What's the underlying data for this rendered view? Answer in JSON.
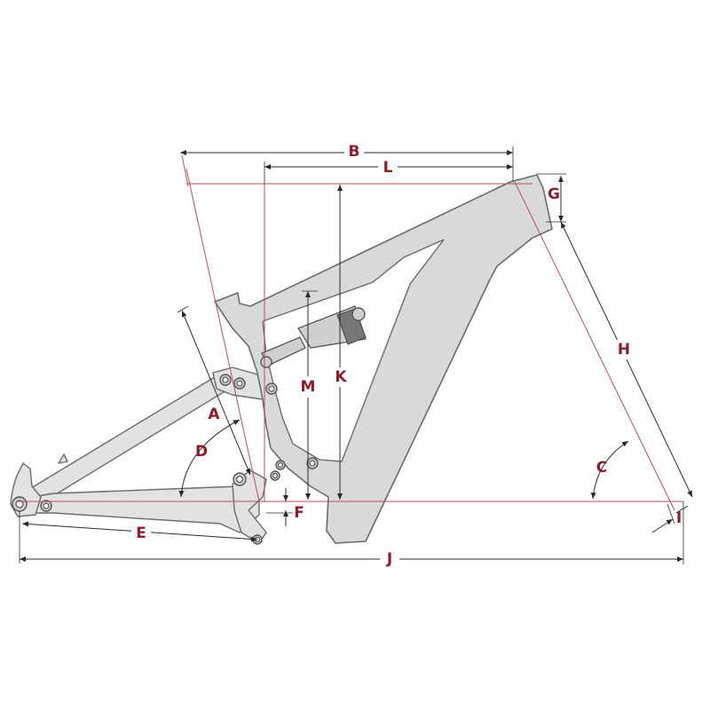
{
  "diagram": {
    "labels": {
      "A": "A",
      "B": "B",
      "C": "C",
      "D": "D",
      "E": "E",
      "F": "F",
      "G": "G",
      "H": "H",
      "I": "I",
      "J": "J",
      "K": "K",
      "L": "L",
      "M": "M"
    },
    "colors": {
      "label": "#8c1d2b",
      "reference_lines": "#b5505a",
      "frame_fill": "#d9d9d9",
      "frame_outline": "#6b6b6b",
      "dimension_lines": "#2a2a2a"
    }
  }
}
